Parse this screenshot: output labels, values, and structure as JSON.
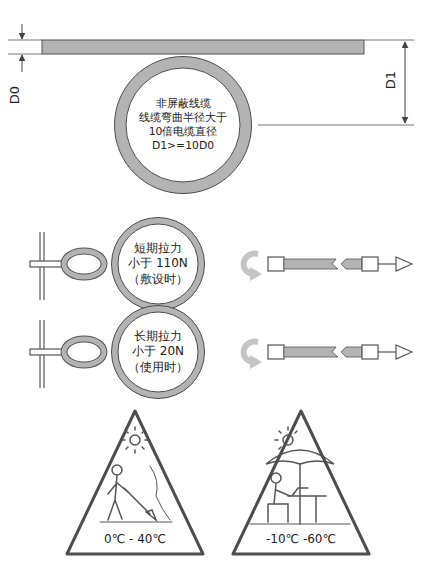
{
  "diagram": {
    "nodes": [
      {
        "text": [
          "非屏蔽线缆 线缆弯曲半径大于 10倍电缆直径 D1>=10D0"
        ]
      },
      {
        "text": [
          "短期拉力 小于 110N （敷设时）"
        ]
      },
      {
        "text": [
          "长期拉力 小于 20N （使用时）"
        ]
      },
      {
        "text": [
          "0℃ - 40℃"
        ]
      },
      {
        "text": [
          "-10℃ -60℃"
        ]
      }
    ],
    "labels": [
      "D0",
      "D1"
    ]
  }
}
